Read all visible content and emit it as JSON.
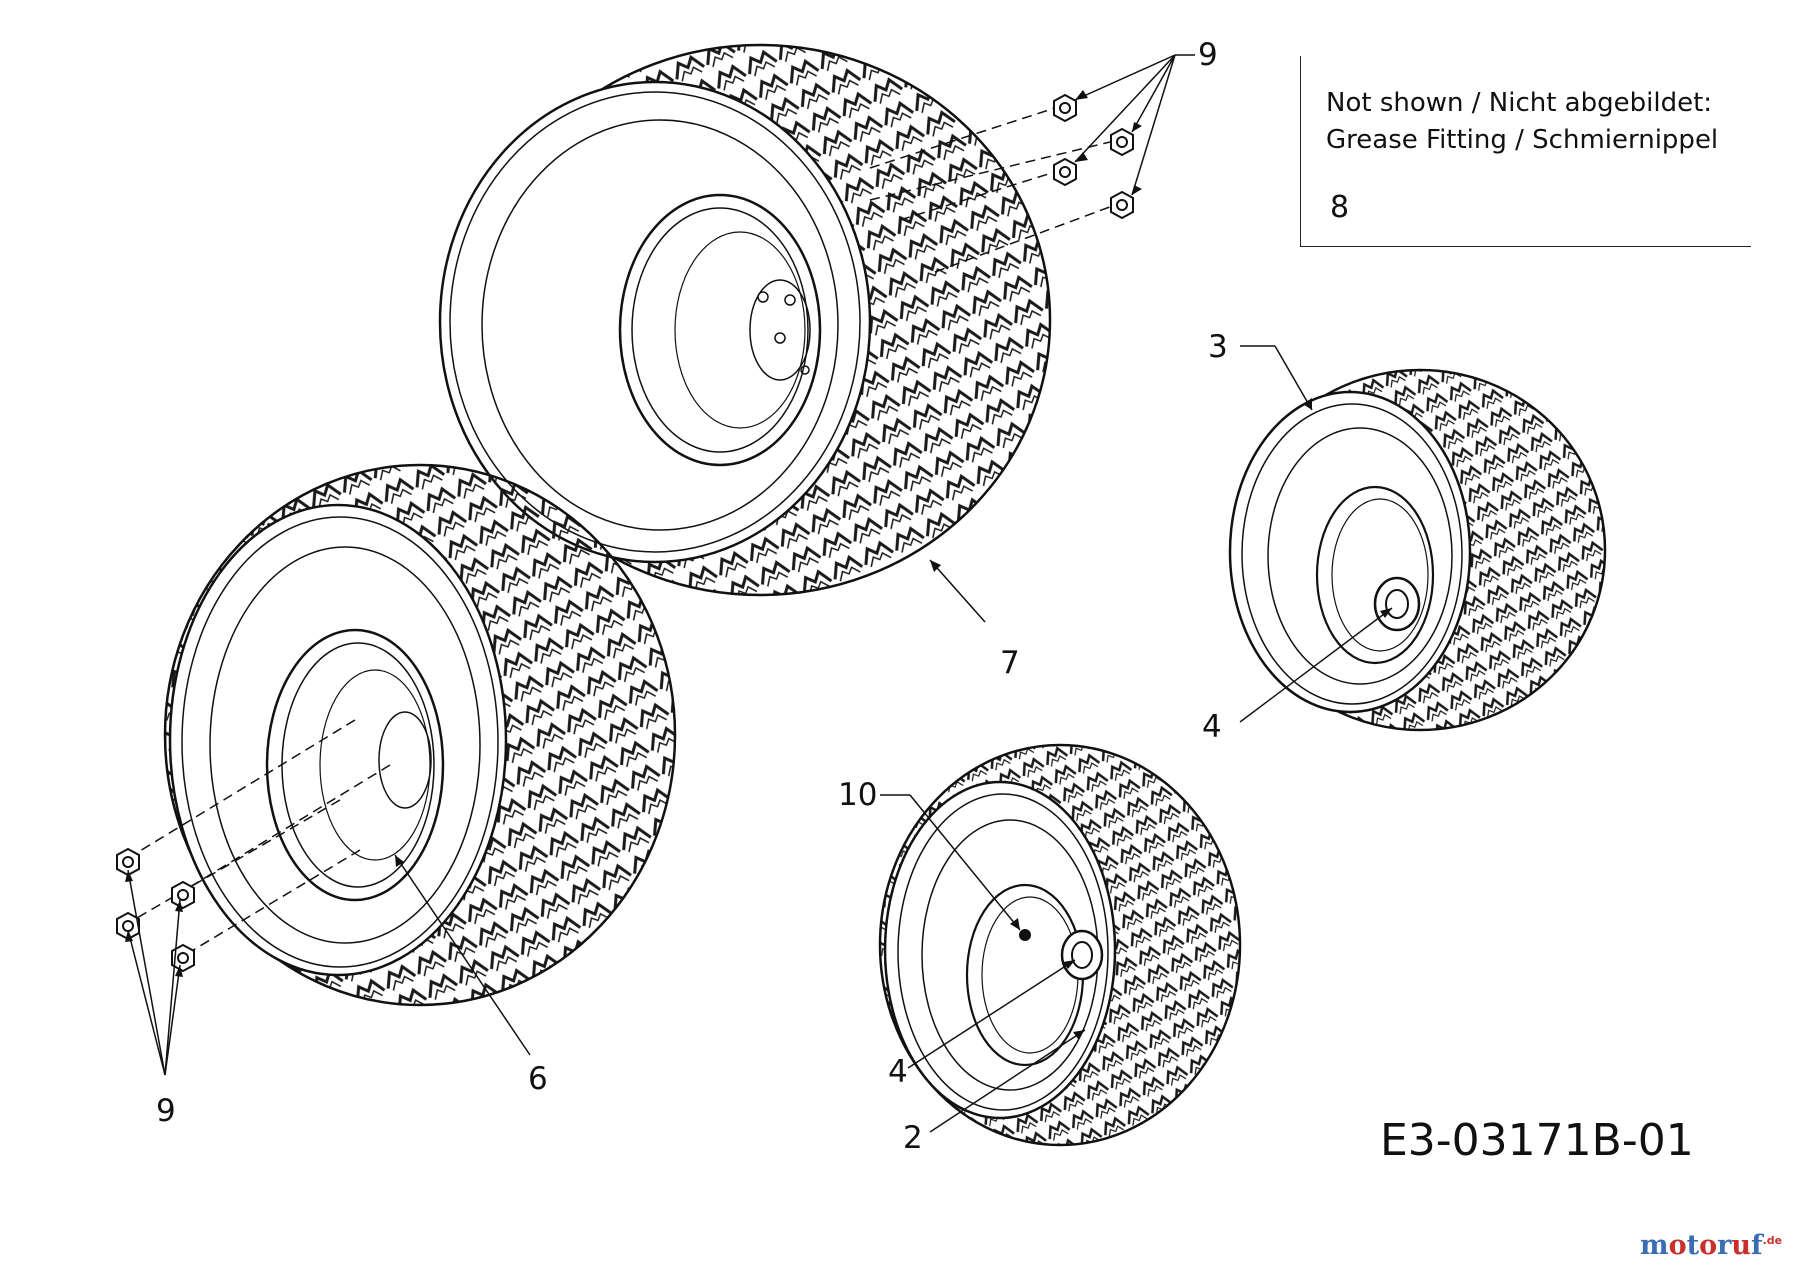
{
  "callouts": [
    {
      "id": "c9-top",
      "label": "9"
    },
    {
      "id": "c3",
      "label": "3"
    },
    {
      "id": "c7",
      "label": "7"
    },
    {
      "id": "c4-right",
      "label": "4"
    },
    {
      "id": "c10",
      "label": "10"
    },
    {
      "id": "c4-bottom",
      "label": "4"
    },
    {
      "id": "c2",
      "label": "2"
    },
    {
      "id": "c6",
      "label": "6"
    },
    {
      "id": "c9-left",
      "label": "9"
    }
  ],
  "note_box": {
    "line1": "Not shown /  Nicht abgebildet:",
    "line2": "Grease Fitting  / Schmiernippel",
    "part_number": "8"
  },
  "diagram_id": "E3-03171B-01",
  "watermark": {
    "text": "motoruf",
    "suffix": ".de",
    "color_a": "#3a6db5",
    "color_b": "#c9302c"
  },
  "colors": {
    "line": "#111111",
    "tread": "#1a1a1a"
  }
}
